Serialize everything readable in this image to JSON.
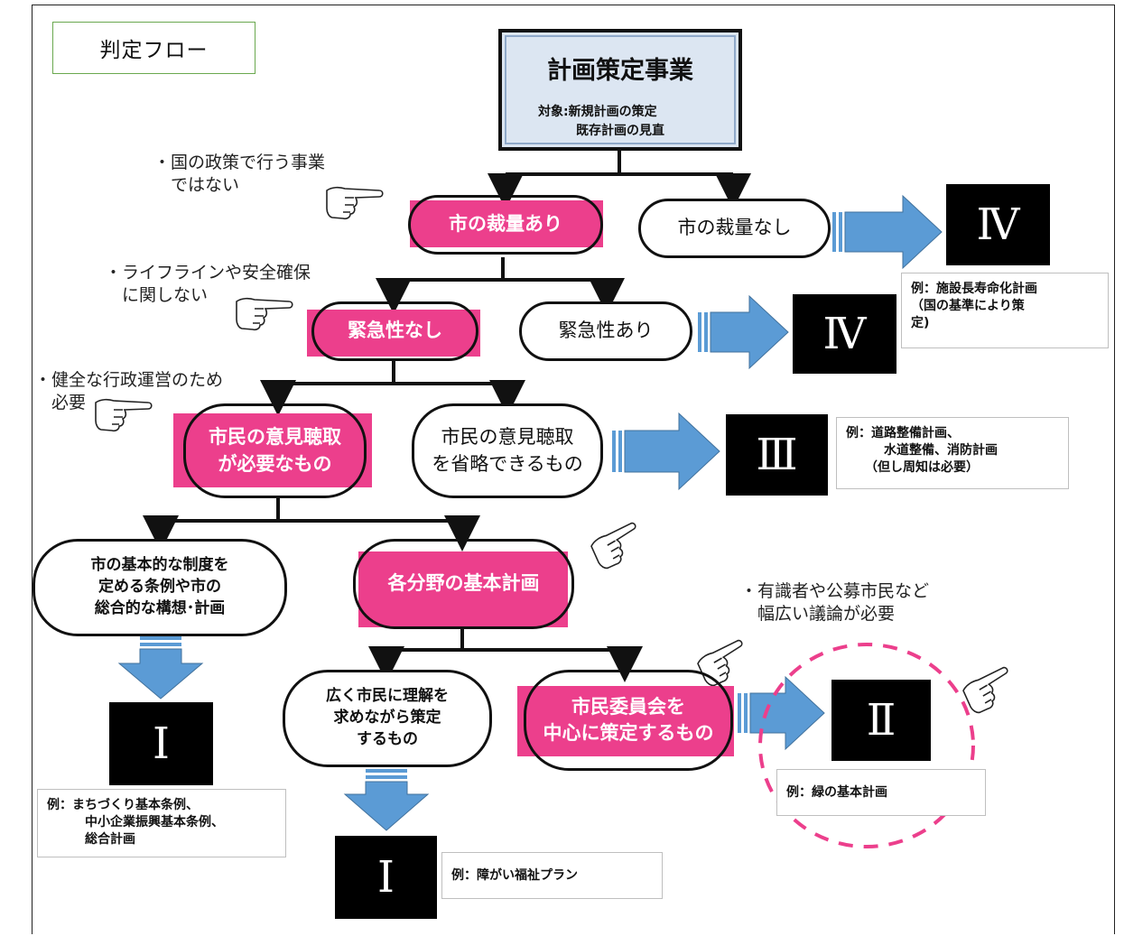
{
  "title": "判定フロー",
  "top": {
    "title": "計画策定事業",
    "subtitle": "対象:新規計画の策定\n　　　既存計画の見直"
  },
  "nodes": {
    "discretion_yes": "市の裁量あり",
    "discretion_no": "市の裁量なし",
    "urgency_no": "緊急性なし",
    "urgency_yes": "緊急性あり",
    "opinion_needed": "市民の意見聴取\nが必要なもの",
    "opinion_skip": "市民の意見聴取\nを省略できるもの",
    "basic_system": "市の基本的な制度を\n定める条例や市の\n総合的な構想･計画",
    "field_plan": "各分野の基本計画",
    "wide_understanding": "広く市民に理解を\n求めながら策定\nするもの",
    "committee": "市民委員会を\n中心に策定するもの"
  },
  "categories": {
    "cat_iv_a": "Ⅳ",
    "cat_iv_b": "Ⅳ",
    "cat_iii": "Ⅲ",
    "cat_ii": "Ⅱ",
    "cat_i_a": "Ⅰ",
    "cat_i_b": "Ⅰ"
  },
  "examples": {
    "iv": "例：施設長寿命化計画\n（国の基準により策\n定)",
    "iii": "例：道路整備計画、\n　　　水道整備、消防計画\n　　（但し周知は必要）",
    "ii": "例：緑の基本計画",
    "i_a": "例：まちづくり基本条例、\n　　　中小企業振興基本条例、\n　　　総合計画",
    "i_b": "例：障がい福祉プラン"
  },
  "notes": {
    "national_policy": "・国の政策で行う事業\n　ではない",
    "lifeline": "・ライフラインや安全確保\n　に関しない",
    "sound_admin": "・健全な行政運営のため\n　必要",
    "expert": "・有識者や公募市民など\n　幅広い議論が必要"
  },
  "colors": {
    "pink": "#ec3f8c",
    "arrow_blue": "#5b9bd5",
    "top_box": "#dce6f2",
    "dashed_circle": "#ec3f8c",
    "title_border": "#6aa84f"
  },
  "icons": [
    "pointing-hand-icon"
  ]
}
